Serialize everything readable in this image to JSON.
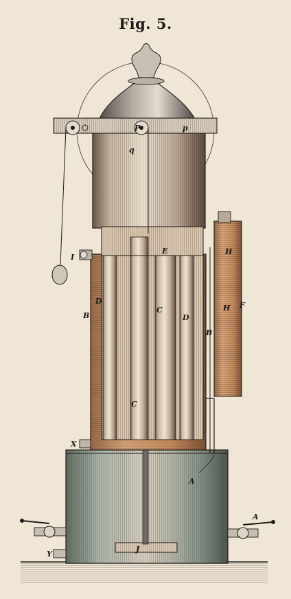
{
  "figure": {
    "title": "Fig. 5."
  },
  "labels": {
    "I": "I",
    "B_left": "B",
    "D_left": "D",
    "C_mid": "C",
    "E_top": "E",
    "D_right": "D",
    "C_low": "C",
    "B_right": "B",
    "H_top": "H",
    "H_mid": "H",
    "F": "F",
    "X": "X",
    "A_mid": "A",
    "A_right": "A",
    "Y": "Y",
    "J": "J",
    "P": "P",
    "q": "q",
    "p": "p"
  },
  "colors": {
    "paper": "#efe6d6",
    "ink": "#1f1a16",
    "wood": "#c98f5e",
    "wood_dark": "#8b5a3a",
    "metal": "#9aa0a3",
    "metal_dark": "#5c6266",
    "green_tint": "#8fa99a"
  }
}
